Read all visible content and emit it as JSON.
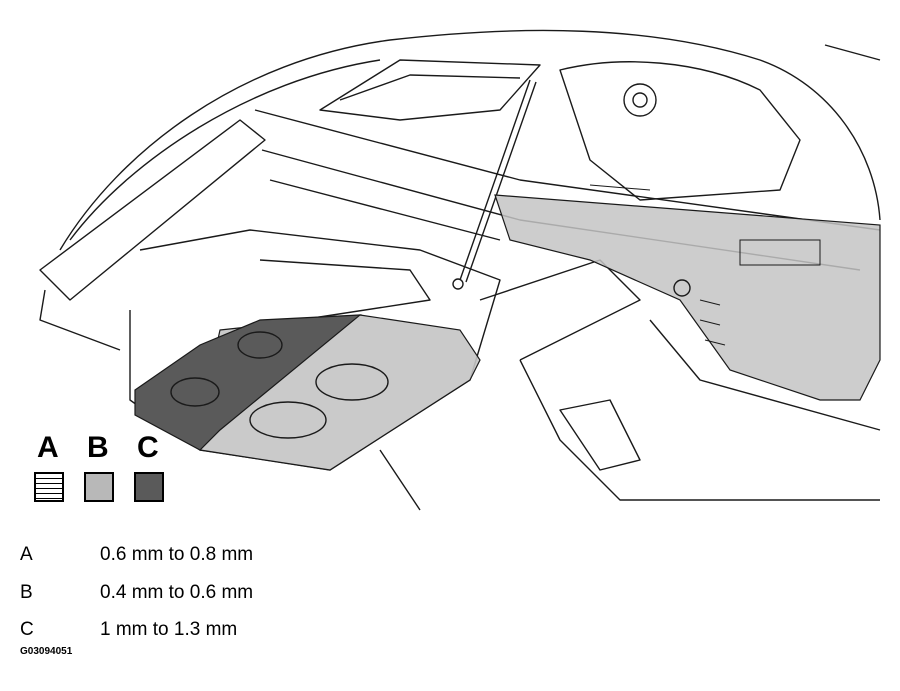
{
  "legend": {
    "keys": [
      {
        "letter": "A",
        "fill": "#ffffff",
        "hatched": true
      },
      {
        "letter": "B",
        "fill": "#b8b8b8",
        "hatched": false
      },
      {
        "letter": "C",
        "fill": "#5a5a5a",
        "hatched": false
      }
    ]
  },
  "thickness_table": [
    {
      "letter": "A",
      "value": "0.6 mm to 0.8 mm"
    },
    {
      "letter": "B",
      "value": "0.4 mm to 0.6 mm"
    },
    {
      "letter": "C",
      "value": "1 mm to 1.3 mm"
    }
  ],
  "figure_id": "G03094051",
  "colors": {
    "line": "#1a1a1a",
    "region_b": "#c4c4c4",
    "region_c": "#5a5a5a"
  }
}
